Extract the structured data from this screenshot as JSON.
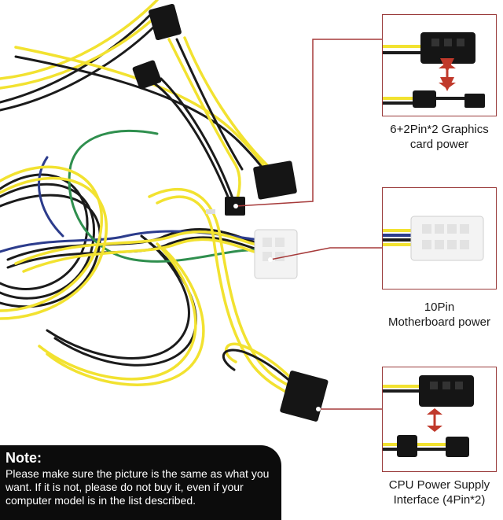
{
  "labels": {
    "graphics": {
      "line1": "6+2Pin*2 Graphics",
      "line2": "card power"
    },
    "motherboard": {
      "line1": "10Pin",
      "line2": "Motherboard power"
    },
    "cpu": {
      "line1": "CPU Power Supply",
      "line2": "Interface (4Pin*2)"
    }
  },
  "note": {
    "title": "Note:",
    "body": "Please make sure the picture is the same as what you want. If it is not, please do not buy it,  even if your computer model is in the list described."
  },
  "colors": {
    "wire_yellow": "#f2e230",
    "wire_black": "#1b1b1b",
    "wire_green": "#2f8f4e",
    "wire_blue": "#2c3c8c",
    "connector_black": "#151515",
    "connector_white": "#f3f3f3",
    "callout_red": "#a63a3a",
    "arrow_red": "#c0392b",
    "note_bg": "#0c0c0c"
  }
}
